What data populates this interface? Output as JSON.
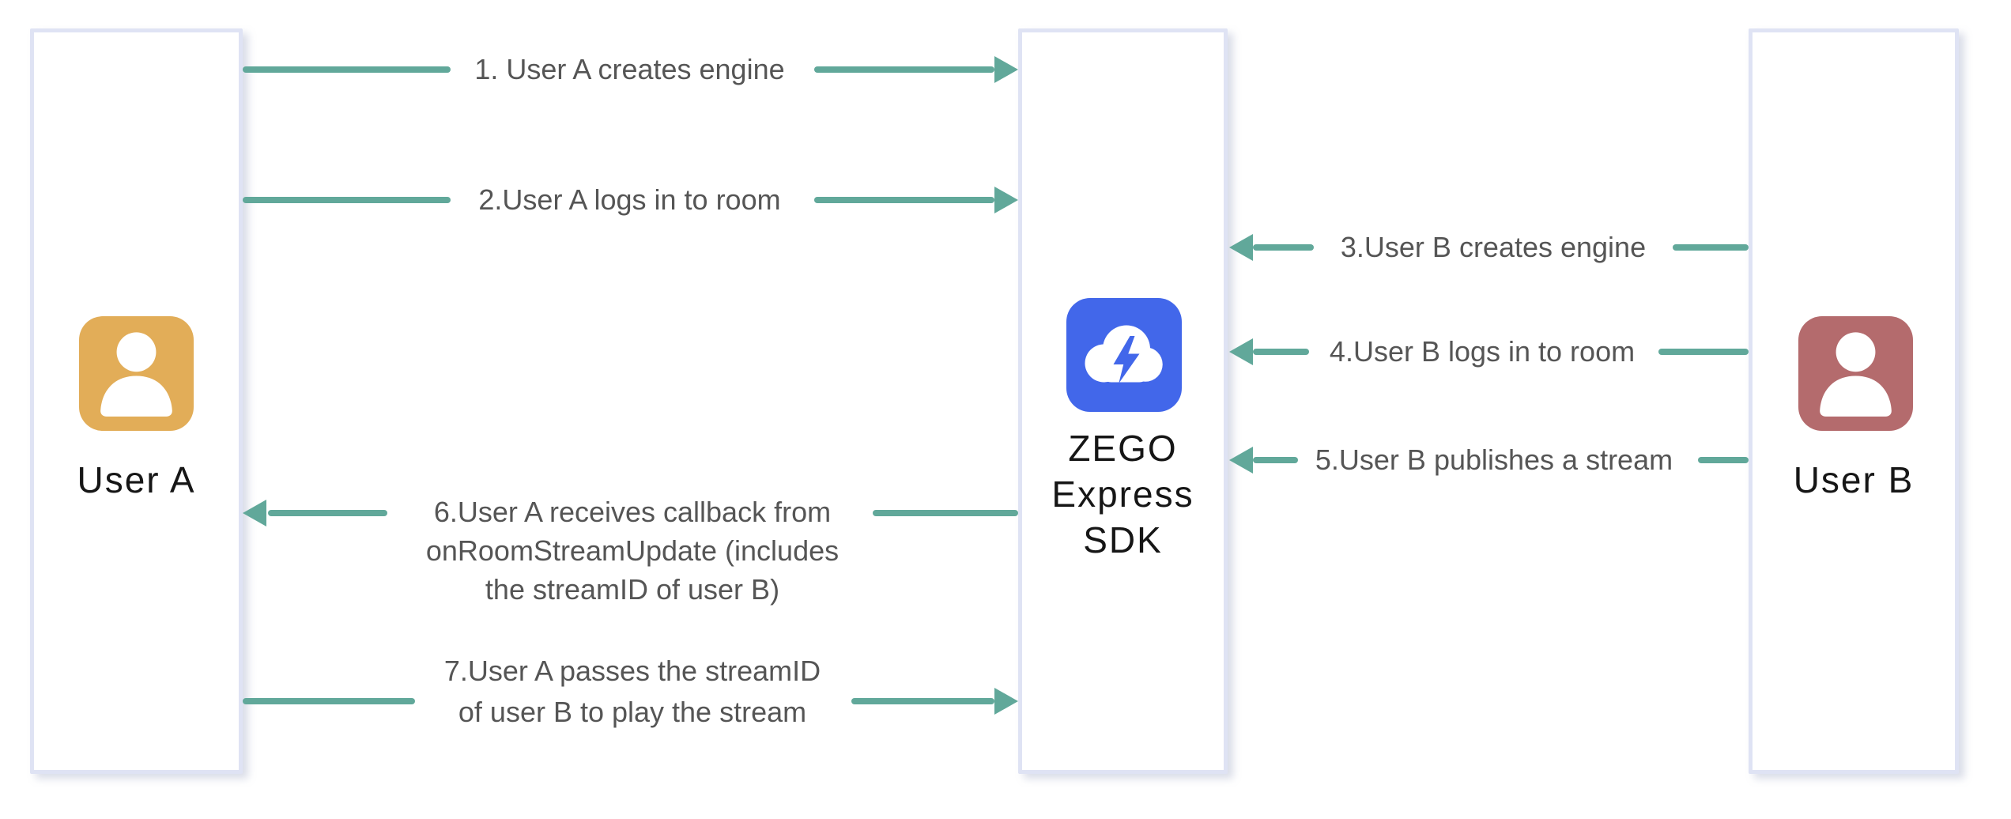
{
  "actors": [
    {
      "name": "User A",
      "icon": "person-icon",
      "icon_color": "#E2AD58"
    },
    {
      "name": "ZEGO\nExpress\nSDK",
      "icon": "cloud-lightning-icon",
      "icon_color": "#4267EA"
    },
    {
      "name": "User B",
      "icon": "person-icon",
      "icon_color": "#B46B6D"
    }
  ],
  "flows": [
    {
      "step": 1,
      "label": "1. User A creates engine",
      "from": "User A",
      "to": "ZEGO Express SDK",
      "direction": "right"
    },
    {
      "step": 2,
      "label": "2.User A logs in to room",
      "from": "User A",
      "to": "ZEGO Express SDK",
      "direction": "right"
    },
    {
      "step": 3,
      "label": "3.User B creates engine",
      "from": "User B",
      "to": "ZEGO Express SDK",
      "direction": "left"
    },
    {
      "step": 4,
      "label": "4.User B logs in to room",
      "from": "User B",
      "to": "ZEGO Express SDK",
      "direction": "left"
    },
    {
      "step": 5,
      "label": "5.User B publishes a stream",
      "from": "User B",
      "to": "ZEGO Express SDK",
      "direction": "left"
    },
    {
      "step": 6,
      "label": "6.User A receives callback from\nonRoomStreamUpdate (includes\nthe streamID of user B)",
      "from": "ZEGO Express SDK",
      "to": "User A",
      "direction": "left"
    },
    {
      "step": 7,
      "label": "7.User A passes the streamID\nof user B to play the stream",
      "from": "User A",
      "to": "ZEGO Express SDK",
      "direction": "right"
    }
  ],
  "colors": {
    "arrow": "#61A89A",
    "label_text": "#555555",
    "title_text": "#161616",
    "panel_border": "#DFE3F4",
    "user_a": "#E2AD58",
    "user_b": "#B46B6D",
    "sdk_blue": "#4267EA",
    "background": "#FFFFFF"
  }
}
